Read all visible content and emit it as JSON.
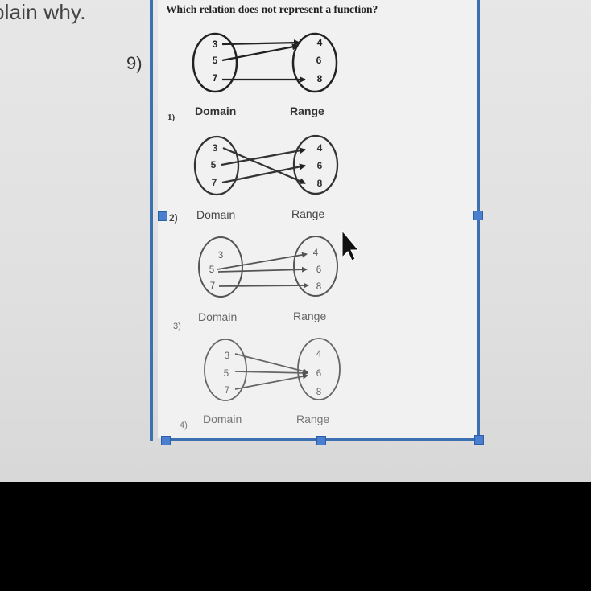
{
  "page": {
    "heading_fragment": "plain why.",
    "question_number": "9)"
  },
  "worksheet": {
    "question": "Which relation does not represent a function?",
    "diagrams": [
      {
        "option": "1)",
        "domain_label": "Domain",
        "range_label": "Range",
        "domain": [
          "3",
          "5",
          "7"
        ],
        "range": [
          "4",
          "6",
          "8"
        ]
      },
      {
        "option": "2)",
        "domain_label": "Domain",
        "range_label": "Range",
        "domain": [
          "3",
          "5",
          "7"
        ],
        "range": [
          "4",
          "6",
          "8"
        ]
      },
      {
        "option": "3)",
        "domain_label": "Domain",
        "range_label": "Range",
        "domain": [
          "3",
          "5",
          "7"
        ],
        "range": [
          "4",
          "6",
          "8"
        ]
      },
      {
        "option": "4)",
        "domain_label": "Domain",
        "range_label": "Range",
        "domain": [
          "3",
          "5",
          "7"
        ],
        "range": [
          "4",
          "6",
          "8"
        ]
      }
    ]
  },
  "colors": {
    "selection": "#3d6fb3",
    "ink": "#222222"
  },
  "icons": {
    "cursor": "arrow-pointer-icon"
  }
}
